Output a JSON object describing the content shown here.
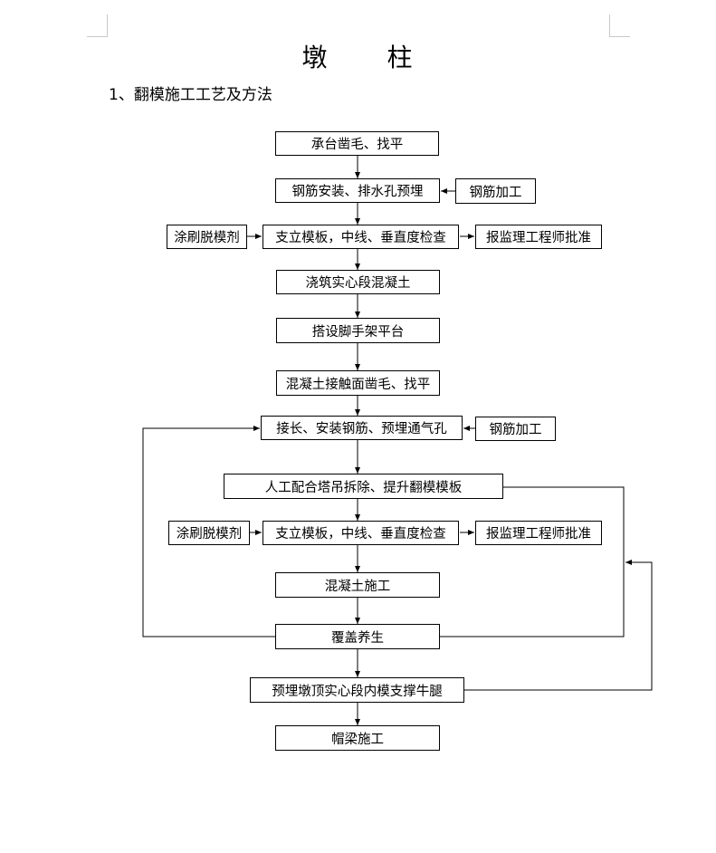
{
  "document": {
    "title_char_1": "墩",
    "title_char_2": "柱",
    "section_heading": "1、翻模施工工艺及方法"
  },
  "flowchart": {
    "main_steps": [
      "承台凿毛、找平",
      "钢筋安装、排水孔预埋",
      "支立模板，中线、垂直度检查",
      "浇筑实心段混凝土",
      "搭设脚手架平台",
      "混凝土接触面凿毛、找平",
      "接长、安装钢筋、预埋通气孔",
      "人工配合塔吊拆除、提升翻模模板",
      "支立模板，中线、垂直度检查",
      "混凝土施工",
      "覆盖养生",
      "预埋墩顶实心段内模支撑牛腿",
      "帽梁施工"
    ],
    "side_inputs": {
      "rebar_processing_1": "钢筋加工",
      "release_agent_1": "涂刷脱模剂",
      "supervisor_approval_1": "报监理工程师批准",
      "rebar_processing_2": "钢筋加工",
      "release_agent_2": "涂刷脱模剂",
      "supervisor_approval_2": "报监理工程师批准"
    }
  }
}
